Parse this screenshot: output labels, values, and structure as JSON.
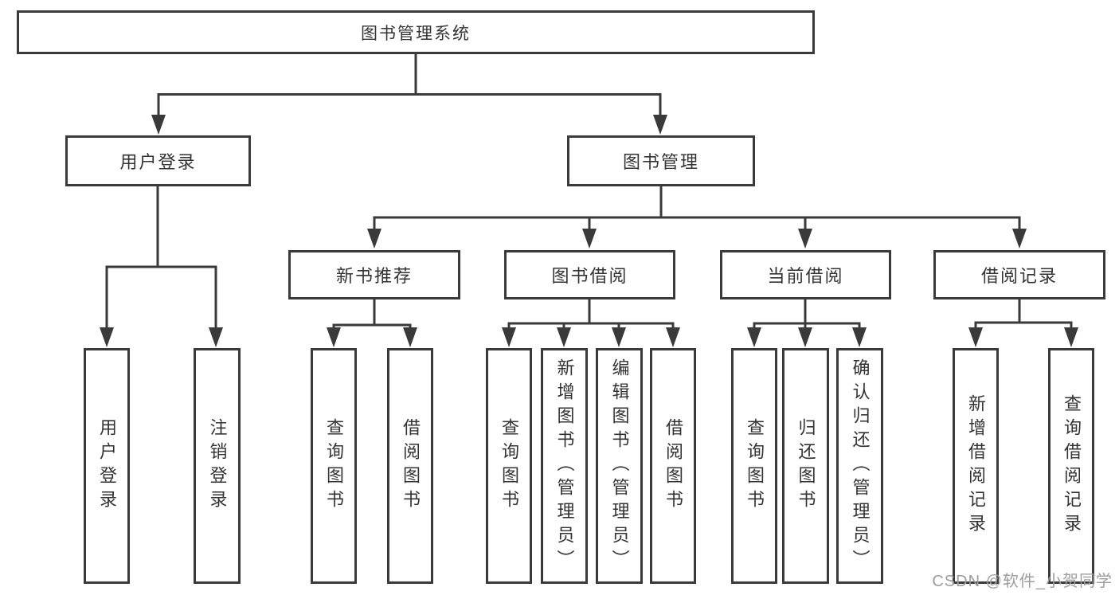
{
  "diagram_title": "图书管理系统",
  "nodes": {
    "root": "图书管理系统",
    "user_login": "用户登录",
    "book_mgmt": "图书管理",
    "new_book_rec": "新书推荐",
    "book_borrow": "图书借阅",
    "current_borrow": "当前借阅",
    "borrow_record": "借阅记录",
    "leaf_user_login": "用户登录",
    "leaf_logout": "注销登录",
    "leaf_nb_query": "查询图书",
    "leaf_nb_borrow": "借阅图书",
    "leaf_bb_query": "查询图书",
    "leaf_bb_add": "新增图书（管理员）",
    "leaf_bb_edit": "编辑图书（管理员）",
    "leaf_bb_borrow": "借阅图书",
    "leaf_cb_query": "查询图书",
    "leaf_cb_return": "归还图书",
    "leaf_cb_confirm": "确认归还（管理员）",
    "leaf_br_add": "新增借阅记录",
    "leaf_br_query": "查询借阅记录"
  },
  "hierarchy": {
    "图书管理系统": {
      "用户登录": [
        "用户登录",
        "注销登录"
      ],
      "图书管理": {
        "新书推荐": [
          "查询图书",
          "借阅图书"
        ],
        "图书借阅": [
          "查询图书",
          "新增图书（管理员）",
          "编辑图书（管理员）",
          "借阅图书"
        ],
        "当前借阅": [
          "查询图书",
          "归还图书",
          "确认归还（管理员）"
        ],
        "借阅记录": [
          "新增借阅记录",
          "查询借阅记录"
        ]
      }
    }
  },
  "watermark": {
    "text": "CSDN @软件_小贺同学",
    "color": "#9d9d9d"
  },
  "colors": {
    "line": "#3a3a3a",
    "border": "#3a3a3a",
    "text": "#333333",
    "background": "#ffffff"
  }
}
